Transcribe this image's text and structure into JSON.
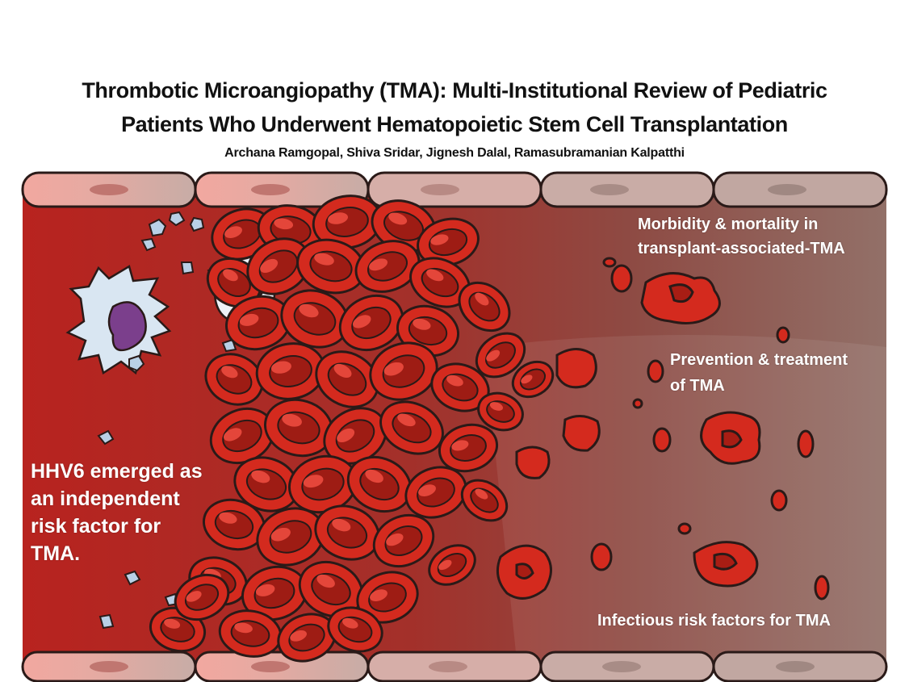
{
  "header": {
    "title_line1": "Thrombotic Microangiopathy (TMA): Multi-Institutional Review of Pediatric",
    "title_line2": "Patients Who Underwent Hematopoietic Stem Cell Transplantation",
    "authors": "Archana Ramgopal, Shiva Sridar, Jignesh Dalal, Ramasubramanian Kalpatthi"
  },
  "labels": {
    "morbidity": "Morbidity & mortality in\ntransplant-associated-TMA",
    "prevention": "Prevention & treatment\nof TMA",
    "infectious": "Infectious risk factors for TMA",
    "hhv6": "HHV6 emerged as\nan independent\nrisk factor for\nTMA."
  },
  "colors": {
    "vessel_left": "#b8231f",
    "vessel_right": "#8a5a54",
    "rbc": "#d42a1e",
    "rbc_dark": "#9e1c14",
    "endothelium": "#f2a8a0",
    "platelet": "#b9d0e6",
    "wbc_nucleus": "#7b3f8c"
  }
}
